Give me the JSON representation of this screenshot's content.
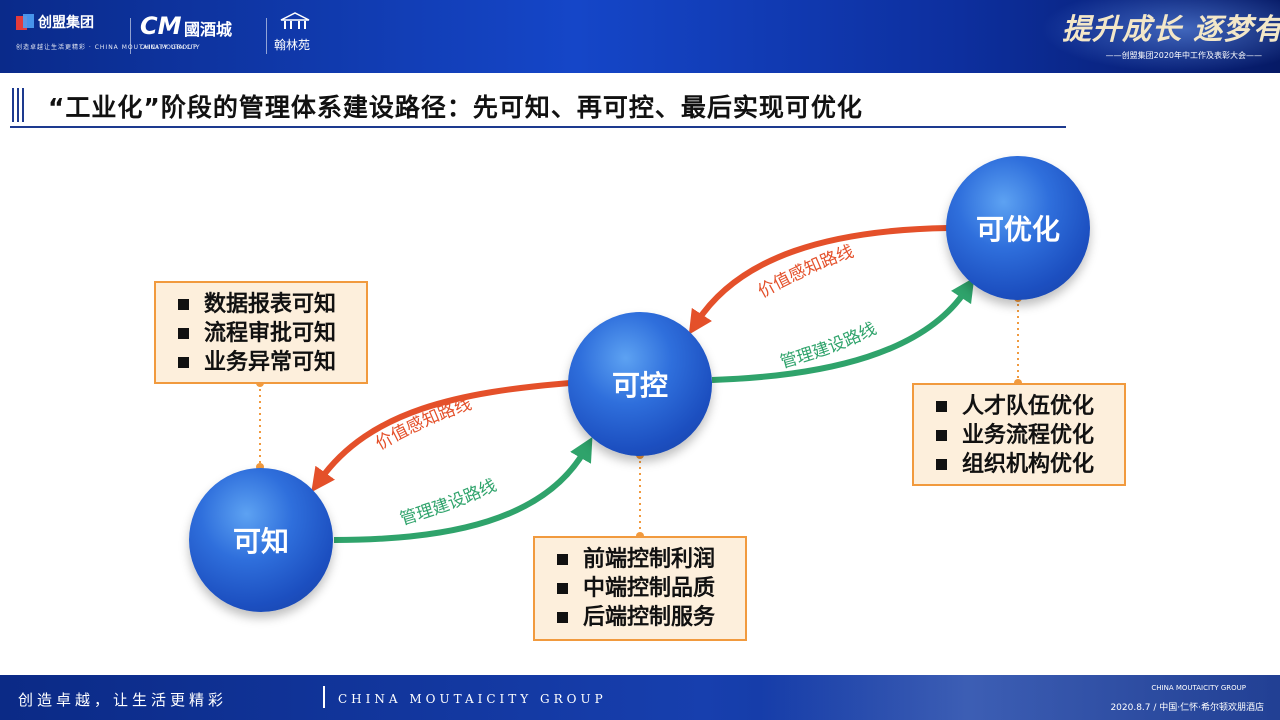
{
  "header": {
    "logo1": {
      "name": "创盟集团",
      "sub": "创造卓越让生活更精彩 · CHINA MOUTAICITY GROUP"
    },
    "logo2": {
      "mark": "CM",
      "name": "國酒城",
      "sub": "CHINA MOUTAI CITY"
    },
    "logo3": {
      "name": "翰林苑"
    },
    "slogan": {
      "main": "提升成长 逐梦有我",
      "sub": "——创盟集团2020年中工作及表彰大会——"
    }
  },
  "title": "“工业化”阶段的管理体系建设路径：先可知、再可控、最后实现可优化",
  "nodes": {
    "kezhi": "可知",
    "kekong": "可控",
    "keyouhua": "可优化"
  },
  "arrows": {
    "value_route": "价值感知路线",
    "build_route": "管理建设路线"
  },
  "boxes": {
    "kezhi": [
      "数据报表可知",
      "流程审批可知",
      "业务异常可知"
    ],
    "kekong": [
      "前端控制利润",
      "中端控制品质",
      "后端控制服务"
    ],
    "keyouhua": [
      "人才队伍优化",
      "业务流程优化",
      "组织机构优化"
    ]
  },
  "footer": {
    "slogan_cn": "创造卓越，让生活更精彩",
    "slogan_en": "CHINA MOUTAICITY GROUP",
    "brand": "CHINA MOUTAICITY GROUP",
    "info": "2020.8.7 / 中国·仁怀·希尔顿欢朋酒店"
  },
  "colors": {
    "header_blue": "#1546c8",
    "arrow_red": "#e4502a",
    "arrow_green": "#2fa36b",
    "box_fill": "#fdefdc",
    "box_border": "#f19a3e",
    "circle_blue": "#2f6fdc"
  }
}
